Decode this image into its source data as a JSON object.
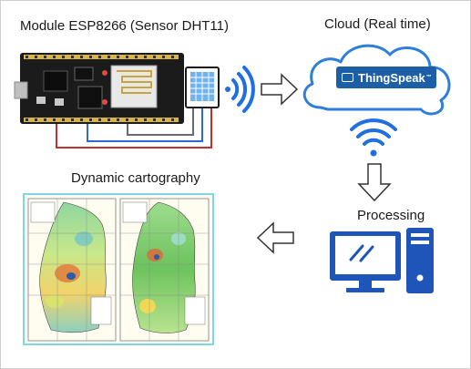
{
  "labels": {
    "module": "Module ESP8266 (Sensor DHT11)",
    "cloud": "Cloud (Real time)",
    "processing": "Processing",
    "cartography": "Dynamic cartography"
  },
  "logo": {
    "text": "ThingSpeak",
    "trademark": "™"
  },
  "colors": {
    "wifi_blue": "#1f6fe0",
    "cloud_stroke": "#2f7ed8",
    "logo_bg": "#1d5fa6",
    "computer_blue": "#1f55b8",
    "map_border": "#7fd7e3"
  },
  "icons": [
    "wifi-icon",
    "cloud-icon",
    "computer-icon",
    "arrow-right-icon",
    "arrow-down-icon",
    "arrow-left-icon"
  ]
}
